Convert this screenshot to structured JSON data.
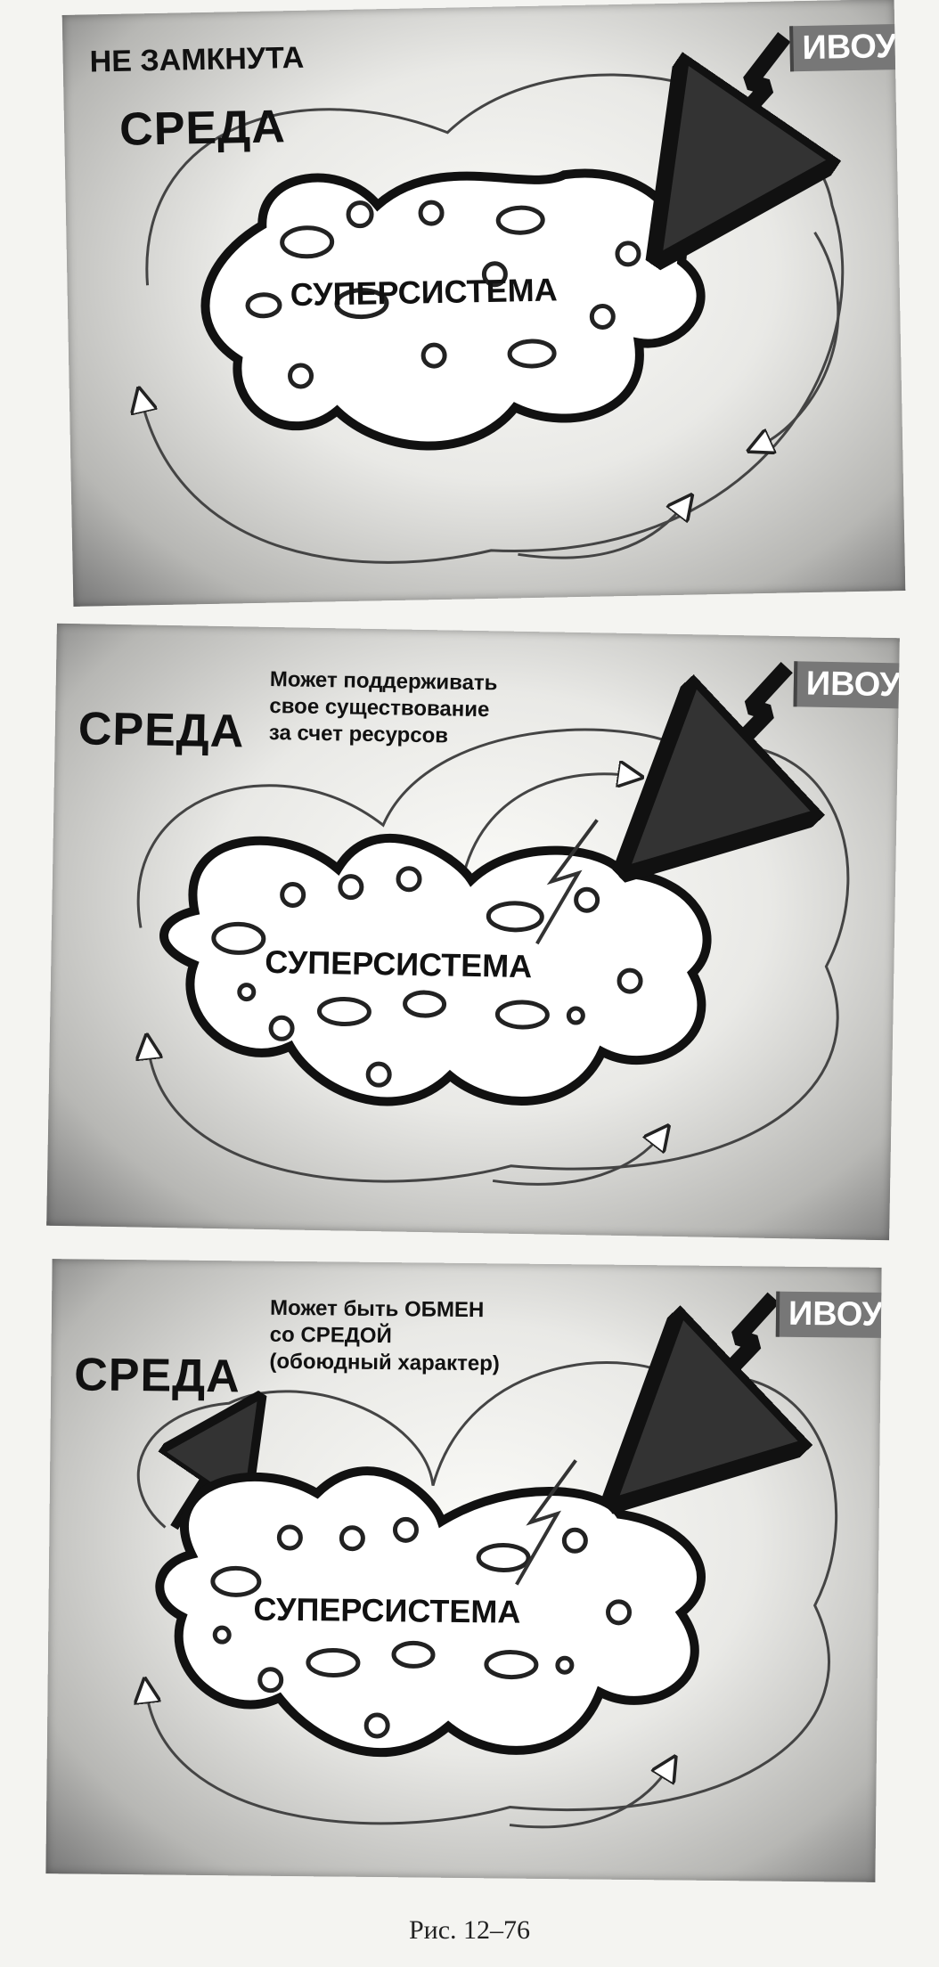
{
  "panels": [
    {
      "title": "НЕ ЗАМКНУТА",
      "environment": "СРЕДА",
      "supersystem": "СУПЕРСИСТЕМА",
      "corner_label": "ИВОУ"
    },
    {
      "environment": "СРЕДА",
      "note": [
        "Может поддерживать",
        "свое существование",
        "за счет ресурсов"
      ],
      "supersystem": "СУПЕРСИСТЕМА",
      "corner_label": "ИВОУ"
    },
    {
      "environment": "СРЕДА",
      "note": [
        "Может быть ОБМЕН",
        "со СРЕДОЙ",
        "(обоюдный характер)"
      ],
      "supersystem": "СУПЕРСИСТЕМА",
      "corner_label": "ИВОУ"
    }
  ],
  "caption": "Рис. 12–76",
  "colors": {
    "paper": "#f4f4f1",
    "ink": "#111111",
    "shadow": "#777777"
  }
}
